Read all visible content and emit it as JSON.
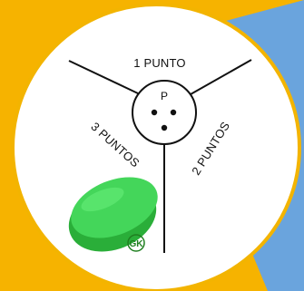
{
  "diagram": {
    "center_label": "P",
    "zones": [
      {
        "label": "1 PUNTO"
      },
      {
        "label": "2 PUNTOS"
      },
      {
        "label": "3 PUNTOS"
      }
    ],
    "puck_logo": "GK"
  },
  "colors": {
    "yellow_background": "#f6b300",
    "blue_panel": "#6aa4dd",
    "circle_fill": "#ffffff",
    "circle_border": "#f3b400",
    "lines": "#111111",
    "puck": "#33c043"
  },
  "icons": {
    "puck": "green-puck-icon"
  }
}
